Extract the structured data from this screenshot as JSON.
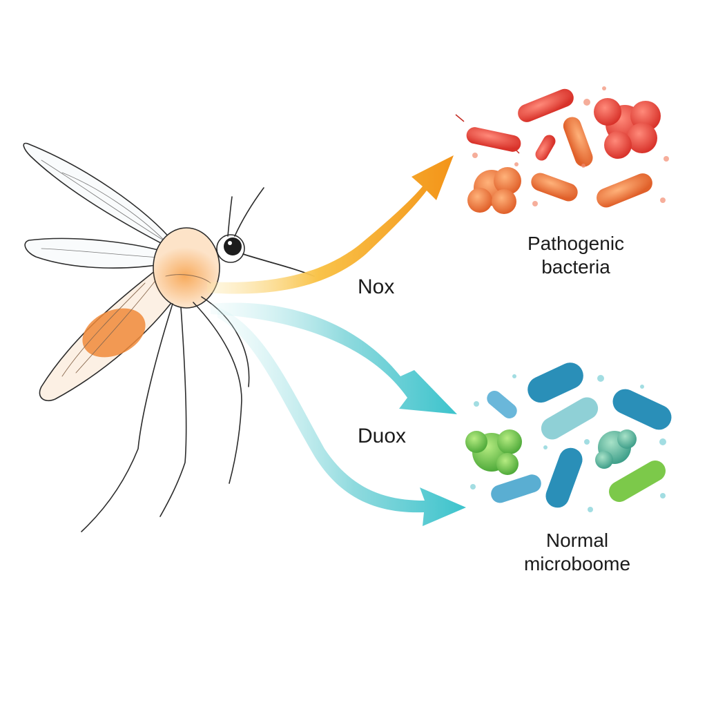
{
  "labels": {
    "nox": "Nox",
    "duox": "Duox",
    "pathogenic": [
      "Pathogenic",
      "bacteria"
    ],
    "normal": [
      "Normal",
      "microboome"
    ]
  },
  "colors": {
    "nox_arrow": "#f59a1a",
    "duox_arrow": "#3cc3cc",
    "pathogenic_red": "#e8463a",
    "pathogenic_orange": "#ef7d3a",
    "microbiome_blue": "#2a8fb8",
    "microbiome_green": "#7cc94a",
    "mosquito_gut": "#f08a3a"
  },
  "icons": {
    "subject": "mosquito-icon",
    "pathogen_cluster": "pathogenic-bacteria-icon",
    "microbiome_cluster": "normal-microbiome-icon"
  }
}
